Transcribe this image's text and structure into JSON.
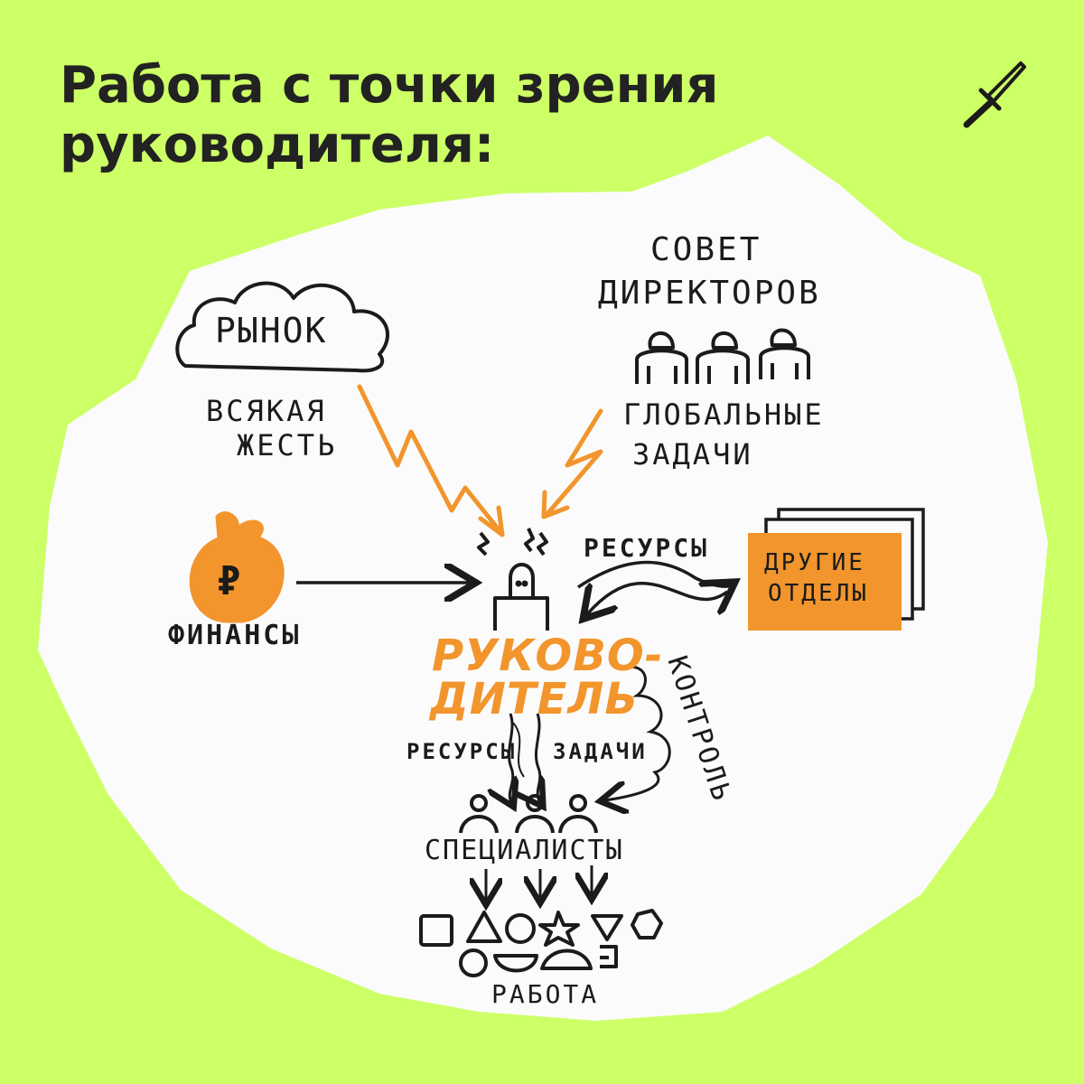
{
  "title": {
    "line1": "Работа с точки зрения",
    "line2": "руководителя:"
  },
  "diagram": {
    "market": "РЫНОК",
    "market_caption_1": "ВСЯКАЯ",
    "market_caption_2": "ЖЕСТЬ",
    "board_1": "СОВЕТ",
    "board_2": "ДИРЕКТОРОВ",
    "board_caption_1": "ГЛОБАЛЬНЫЕ",
    "board_caption_2": "ЗАДАЧИ",
    "finance_symbol": "₽",
    "finance_label": "ФИНАНСЫ",
    "resources_top": "РЕСУРСЫ",
    "departments_1": "ДРУГИЕ",
    "departments_2": "ОТДЕЛЫ",
    "manager_1": "РУКОВО-",
    "manager_2": "ДИТЕЛЬ",
    "control": "КОНТРОЛЬ",
    "resources_down": "РЕСУРСЫ",
    "tasks_down": "ЗАДАЧИ",
    "specialists": "СПЕЦИАЛИСТЫ",
    "work": "РАБОТА"
  },
  "colors": {
    "background": "#cdff66",
    "card": "#fbfbfb",
    "accent": "#f2952d",
    "ink": "#1b1b1b"
  }
}
